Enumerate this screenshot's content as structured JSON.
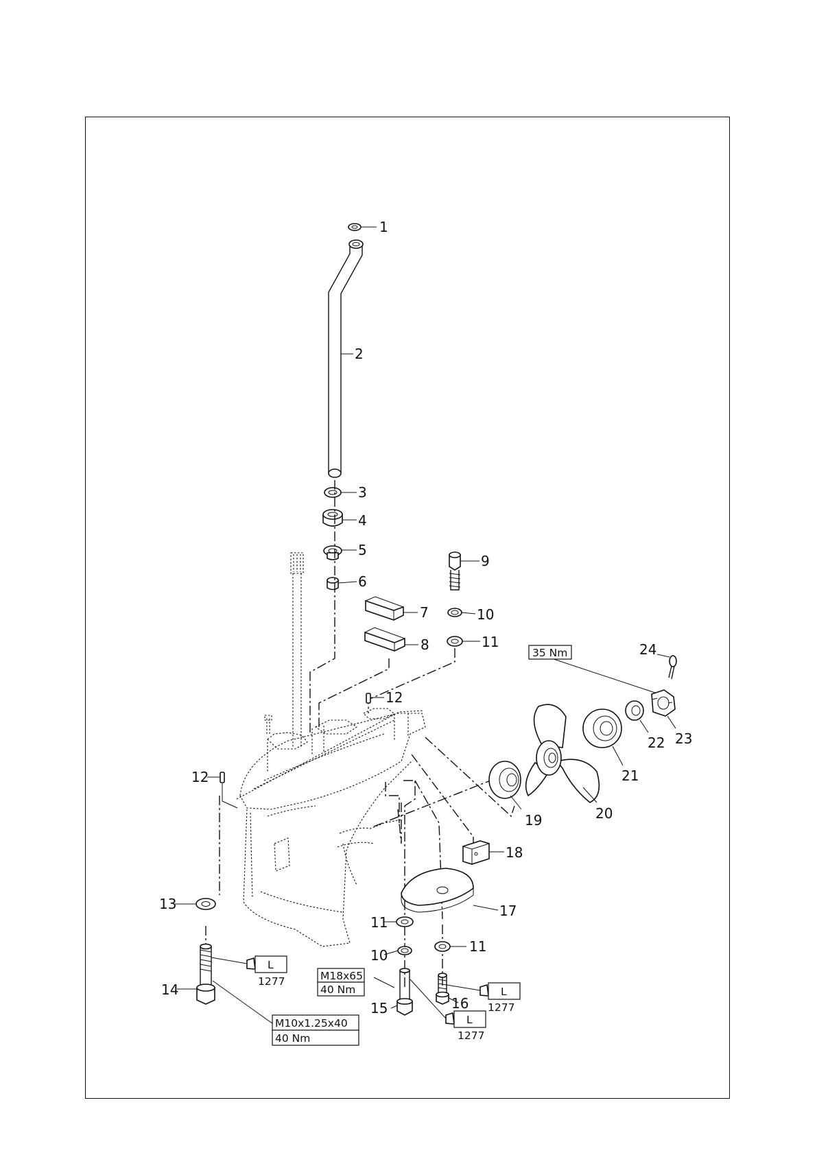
{
  "callouts": {
    "c1": "1",
    "c2": "2",
    "c3": "3",
    "c4": "4",
    "c5": "5",
    "c6": "6",
    "c7": "7",
    "c8": "8",
    "c9": "9",
    "c10a": "10",
    "c11a": "11",
    "c12a": "12",
    "c12b": "12",
    "c13": "13",
    "c14": "14",
    "c15": "15",
    "c16": "16",
    "c17": "17",
    "c18": "18",
    "c19": "19",
    "c20": "20",
    "c21": "21",
    "c22": "22",
    "c23": "23",
    "c24": "24",
    "c10b": "10",
    "c11b": "11",
    "c11c": "11"
  },
  "specs": {
    "nut_torque": "35 Nm",
    "bolt14_size": "M10x1.25x40",
    "bolt14_torque": "40 Nm",
    "bolt15_size": "M18x65",
    "bolt15_torque": "40 Nm"
  },
  "sealant": {
    "letter": "L",
    "code": "1277"
  },
  "icons": [
    "sealant-tube-icon"
  ]
}
